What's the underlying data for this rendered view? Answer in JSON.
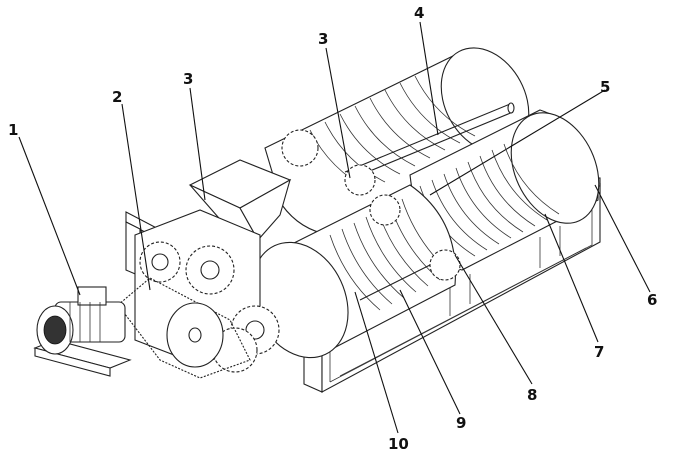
{
  "labels": [
    {
      "id": "motor",
      "text": "1"
    },
    {
      "id": "chain-drive",
      "text": "2"
    },
    {
      "id": "gear-left",
      "text": "3"
    },
    {
      "id": "gear-right",
      "text": "3"
    },
    {
      "id": "main-shaft",
      "text": "4"
    },
    {
      "id": "rear-drum-cover",
      "text": "5"
    },
    {
      "id": "frame",
      "text": "6"
    },
    {
      "id": "front-drum-cover",
      "text": "7"
    },
    {
      "id": "spiral-blades",
      "text": "8"
    },
    {
      "id": "blade-shaft",
      "text": "9"
    },
    {
      "id": "left-drum-cover",
      "text": "10"
    }
  ]
}
